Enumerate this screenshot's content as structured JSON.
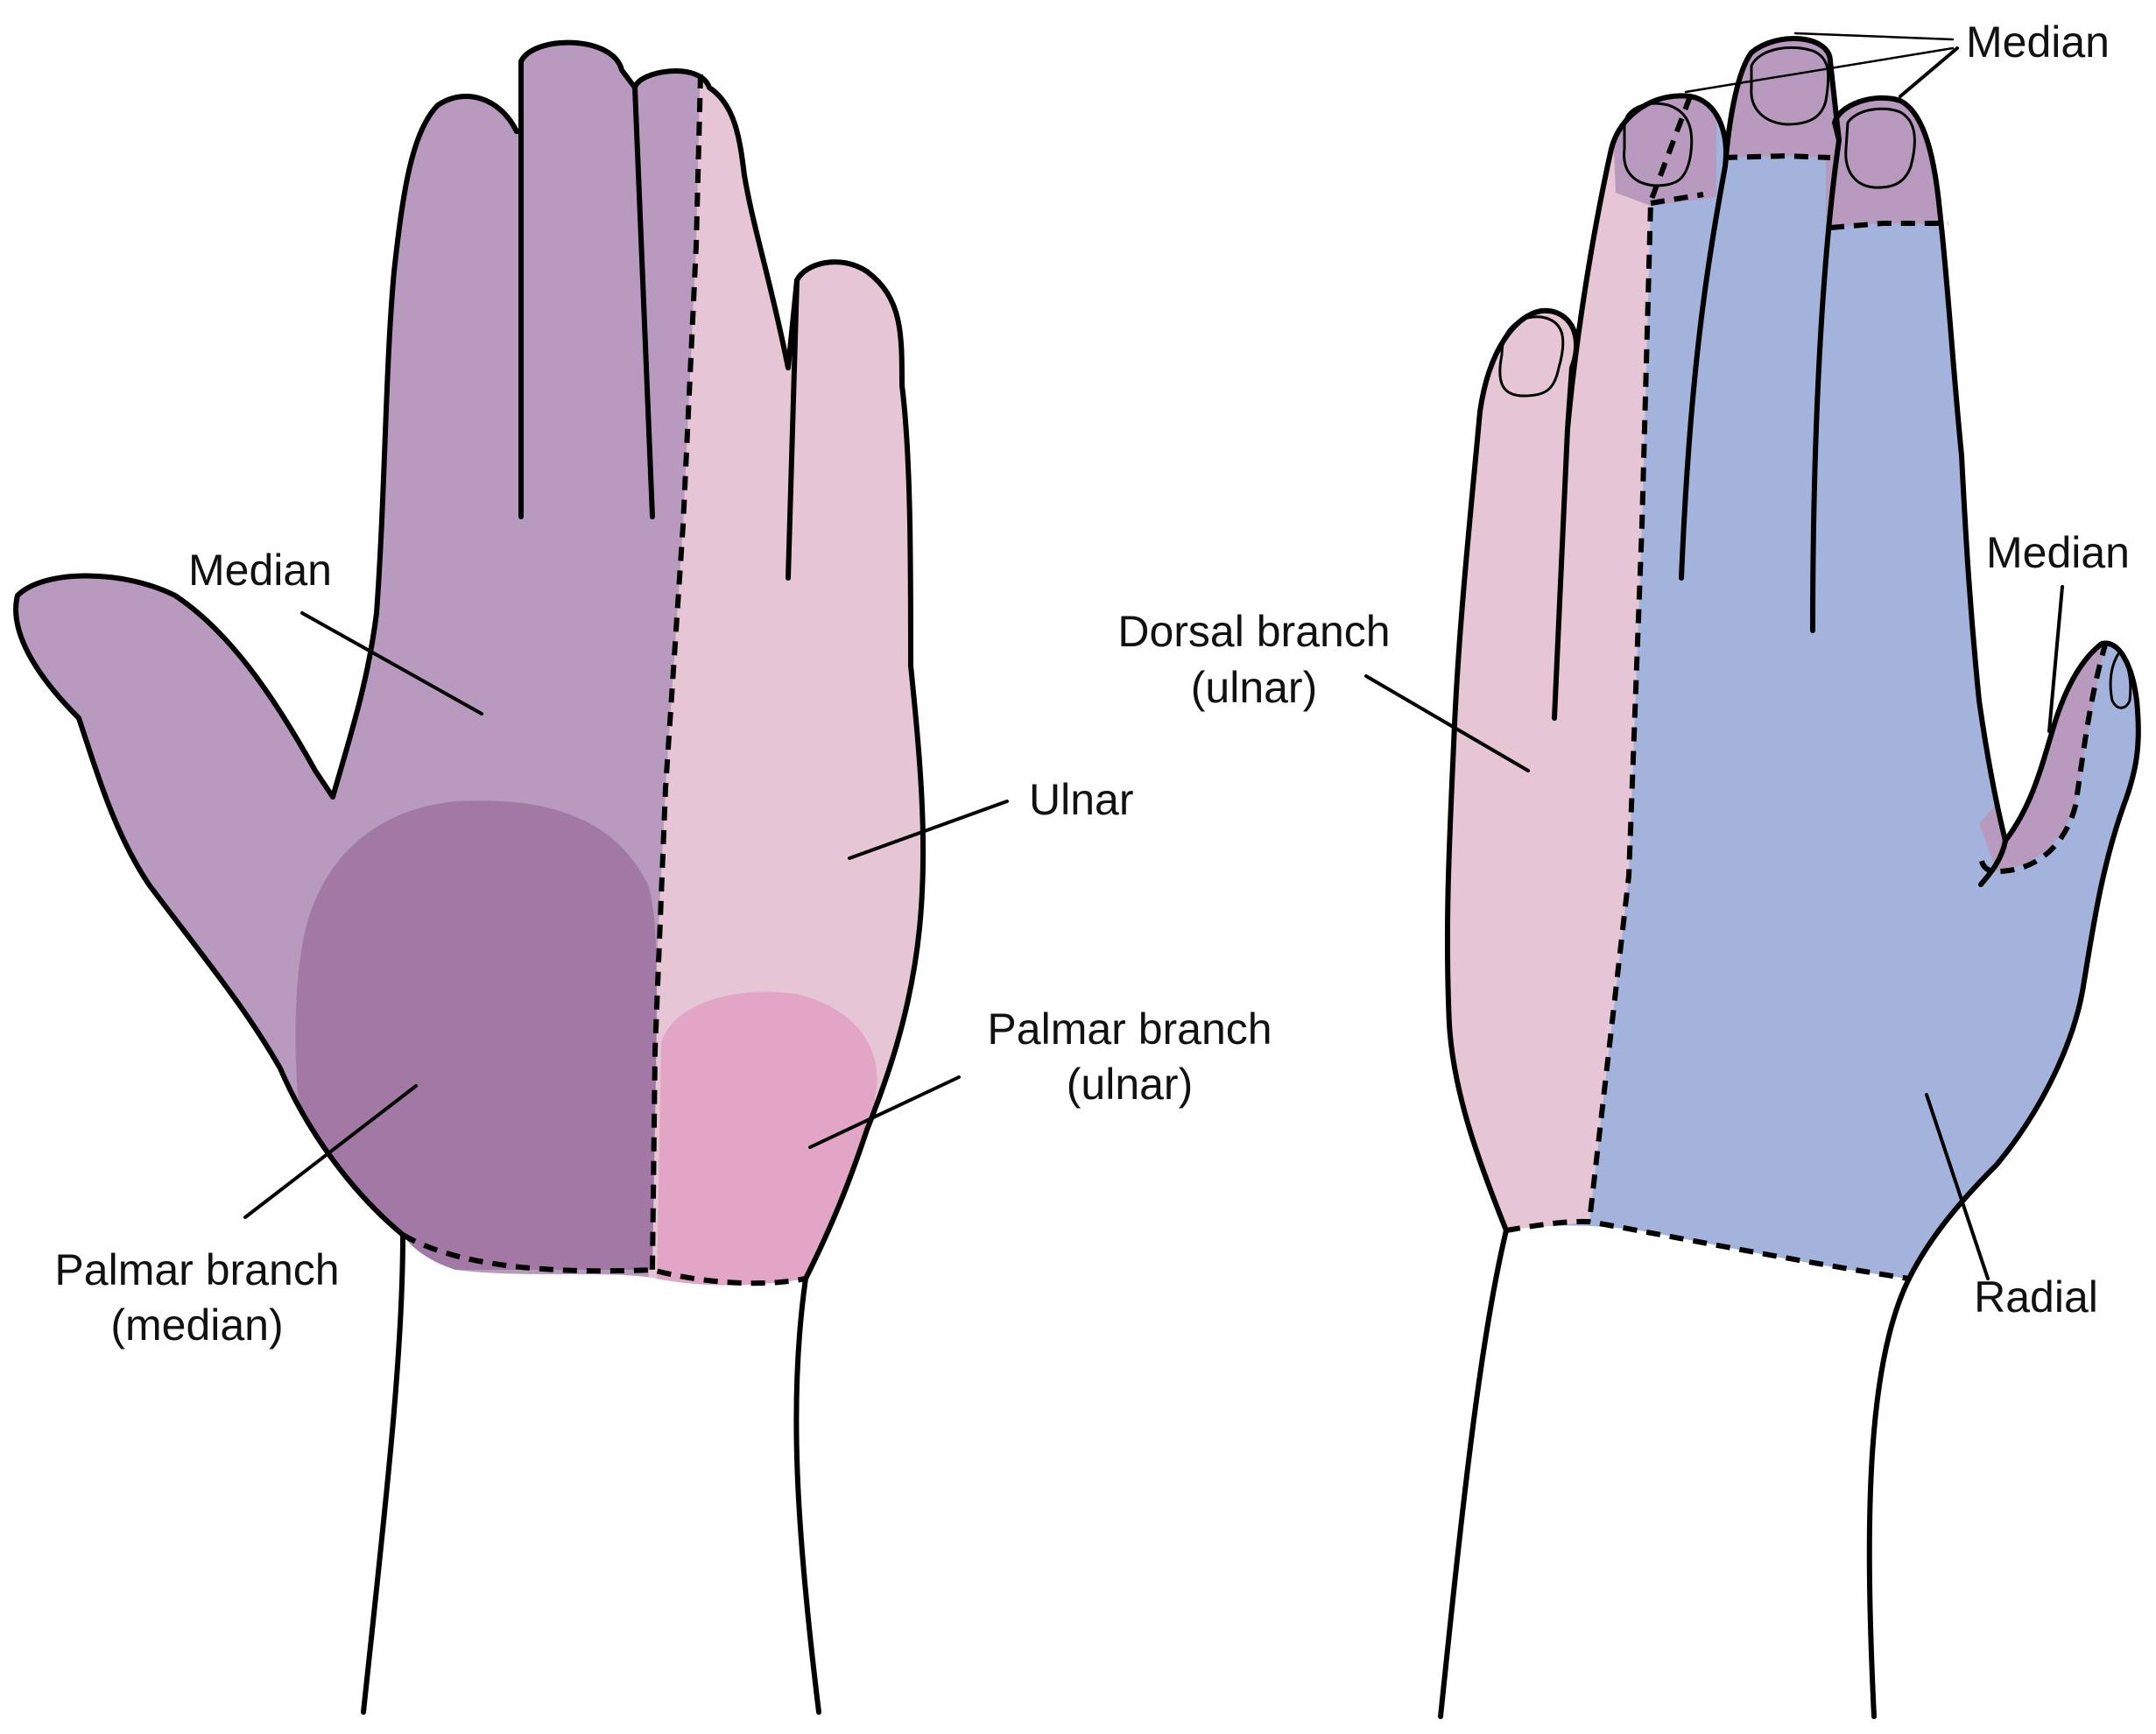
{
  "colors": {
    "median": "#b79abd",
    "median_palmar_branch": "#a279a4",
    "ulnar": "#e6c6d5",
    "ulnar_palmar_branch": "#e2a5c6",
    "radial": "#a3b3dc",
    "outline": "#000000",
    "background": "#ffffff"
  },
  "palm_view": {
    "labels": {
      "median": "Median",
      "ulnar": "Ulnar",
      "palmar_branch_ulnar_line1": "Palmar branch",
      "palmar_branch_ulnar_line2": "(ulnar)",
      "palmar_branch_median_line1": "Palmar branch",
      "palmar_branch_median_line2": "(median)"
    }
  },
  "dorsal_view": {
    "labels": {
      "median_top": "Median",
      "median_thumb": "Median",
      "dorsal_branch_line1": "Dorsal branch",
      "dorsal_branch_line2": "(ulnar)",
      "radial": "Radial"
    }
  }
}
